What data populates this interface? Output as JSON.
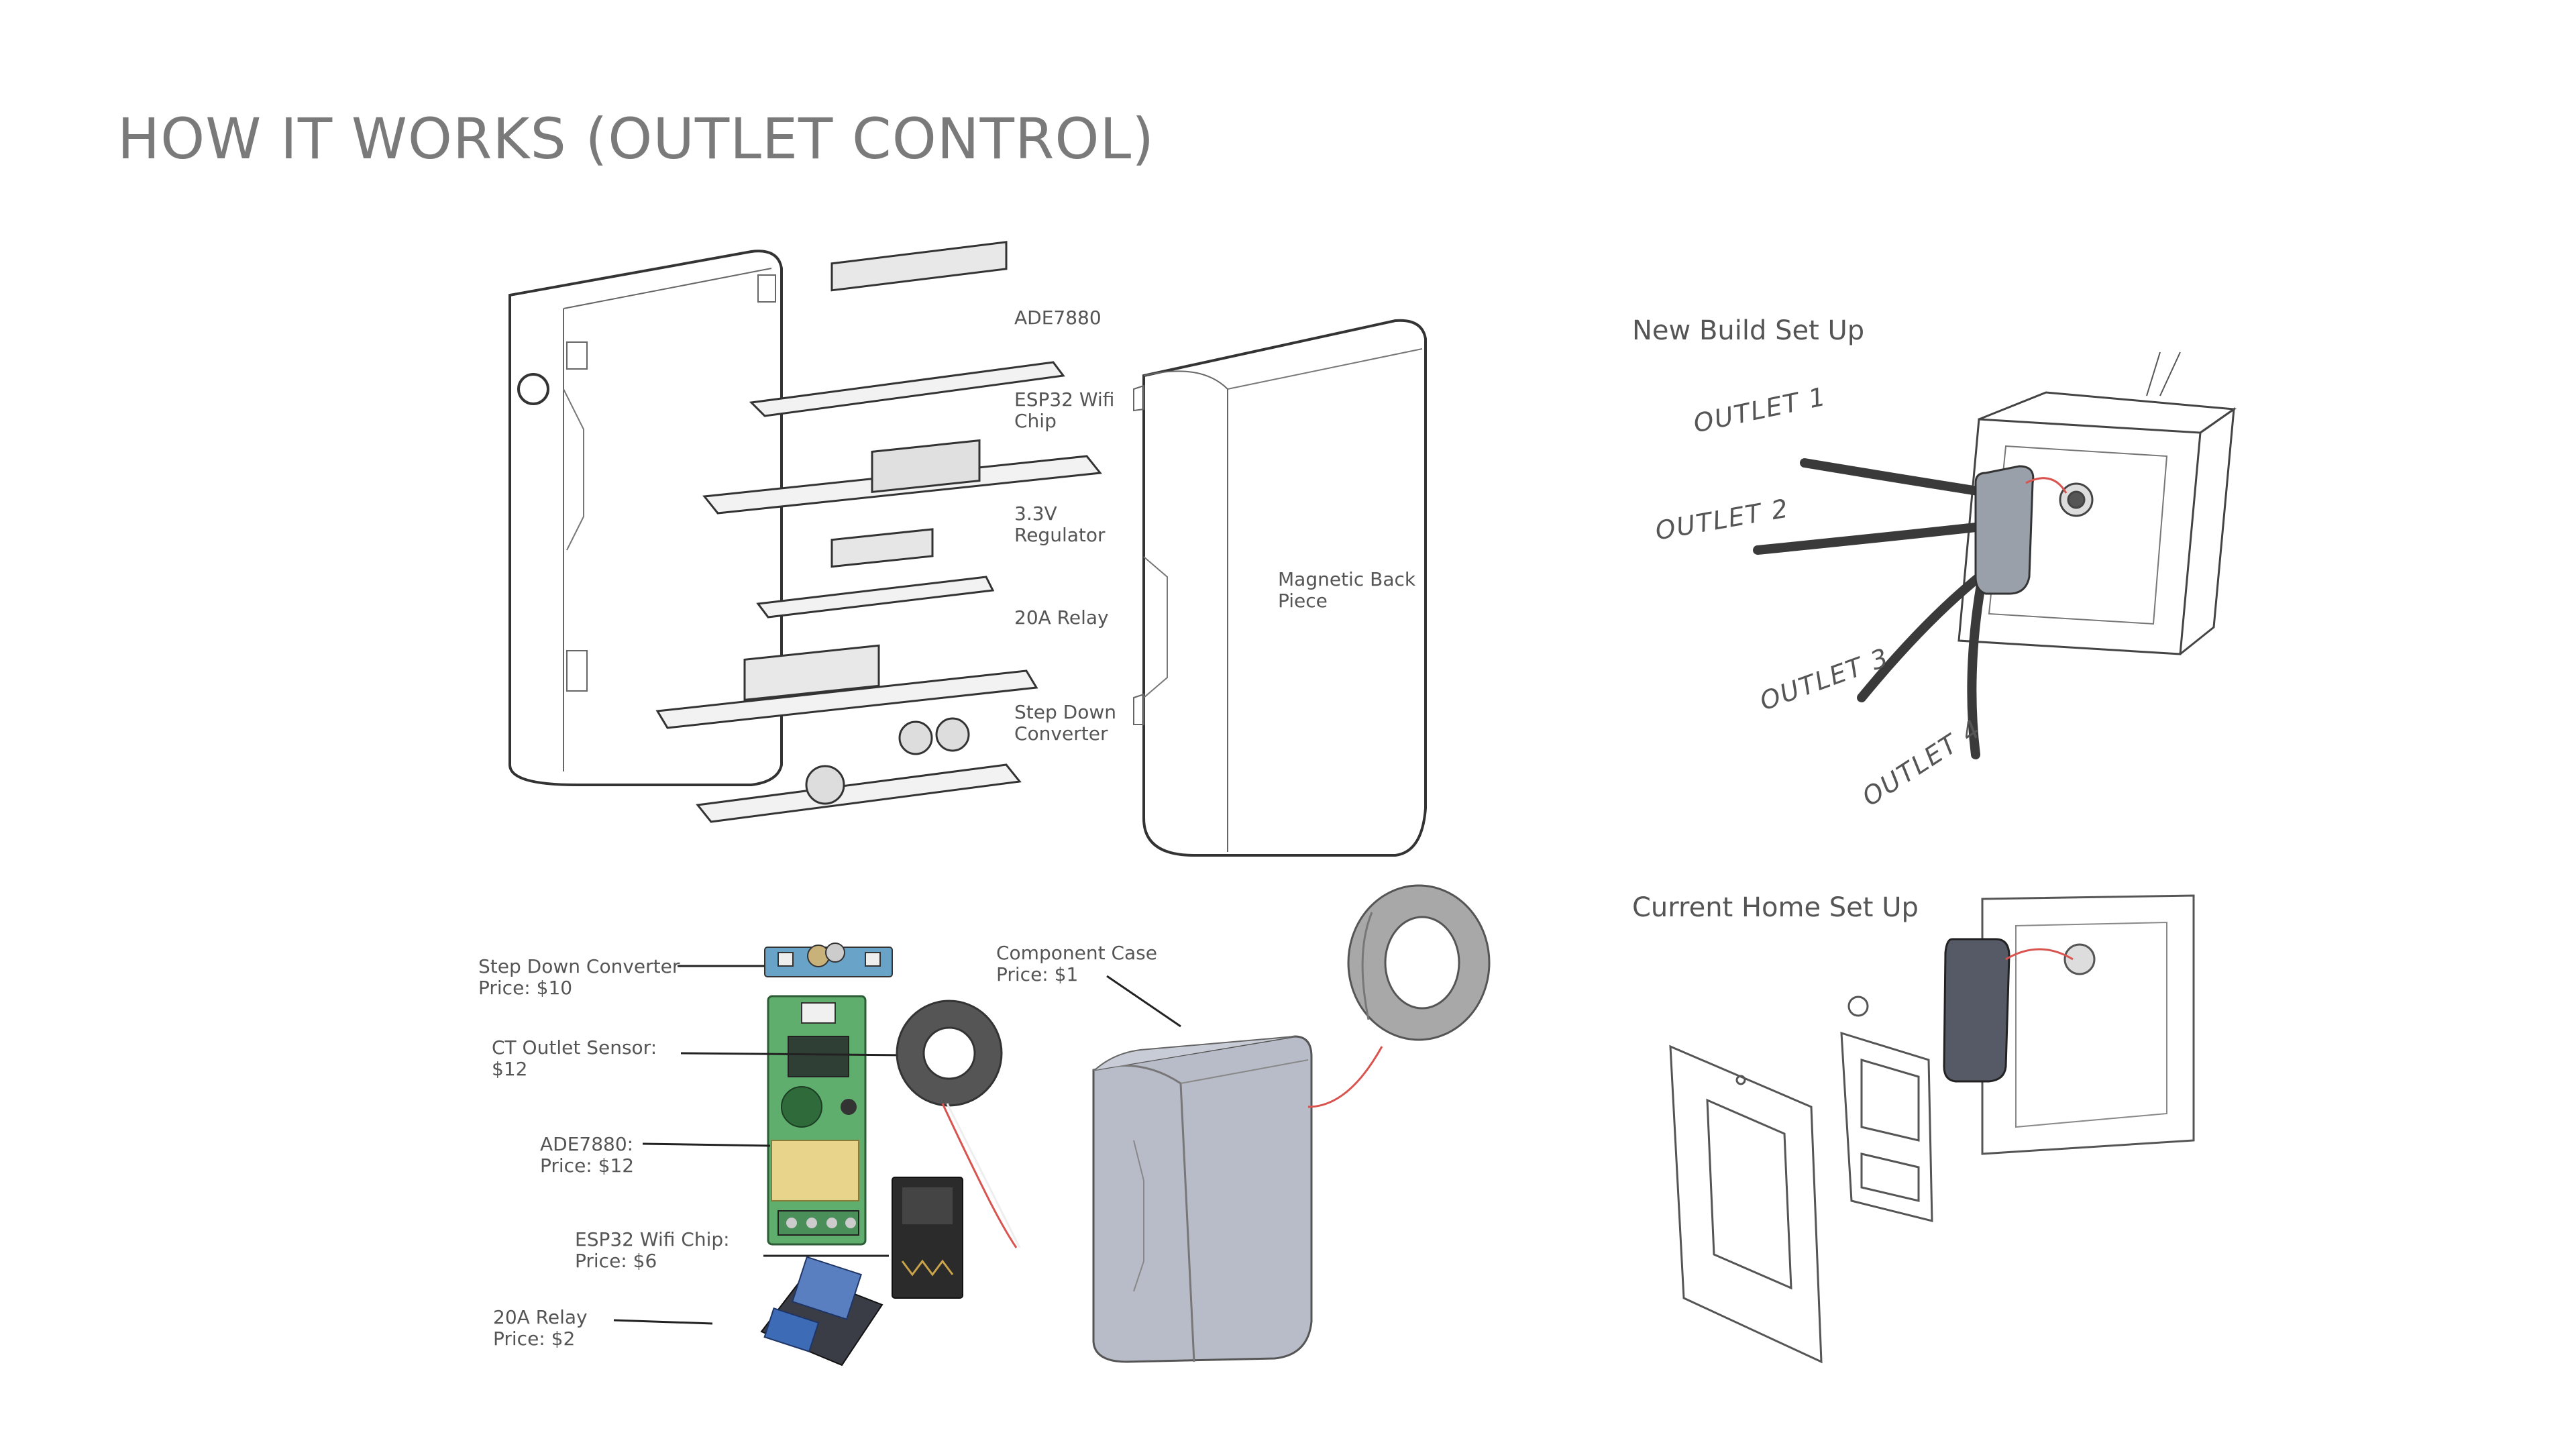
{
  "title": "HOW IT WORKS (OUTLET CONTROL)",
  "exploded_view": {
    "labels": {
      "ade7880": "ADE7880",
      "esp32": "ESP32 Wifi\nChip",
      "regulator": "3.3V\nRegulator",
      "relay": "20A Relay",
      "step_down": "Step Down\nConverter",
      "magnetic_back": "Magnetic Back\nPiece"
    }
  },
  "components": {
    "step_down": "Step Down Converter\nPrice: $10",
    "ct_sensor": "CT Outlet Sensor:\n$12",
    "ade7880": "ADE7880:\nPrice: $12",
    "esp32": "ESP32 Wifi Chip:\nPrice: $6",
    "relay": "20A Relay\nPrice: $2",
    "case": "Component Case\nPrice: $1"
  },
  "new_build": {
    "heading": "New Build Set Up",
    "outlets": [
      "OUTLET 1",
      "OUTLET 2",
      "OUTLET 3",
      "OUTLET 4"
    ]
  },
  "current_home": {
    "heading": "Current Home Set Up"
  },
  "colors": {
    "pcb_green": "#5fae6e",
    "case_gray": "#b8bcc8",
    "wire_dark": "#3a3a3a",
    "relay_blue": "#5a7fc0",
    "wire_red": "#d9534f"
  }
}
